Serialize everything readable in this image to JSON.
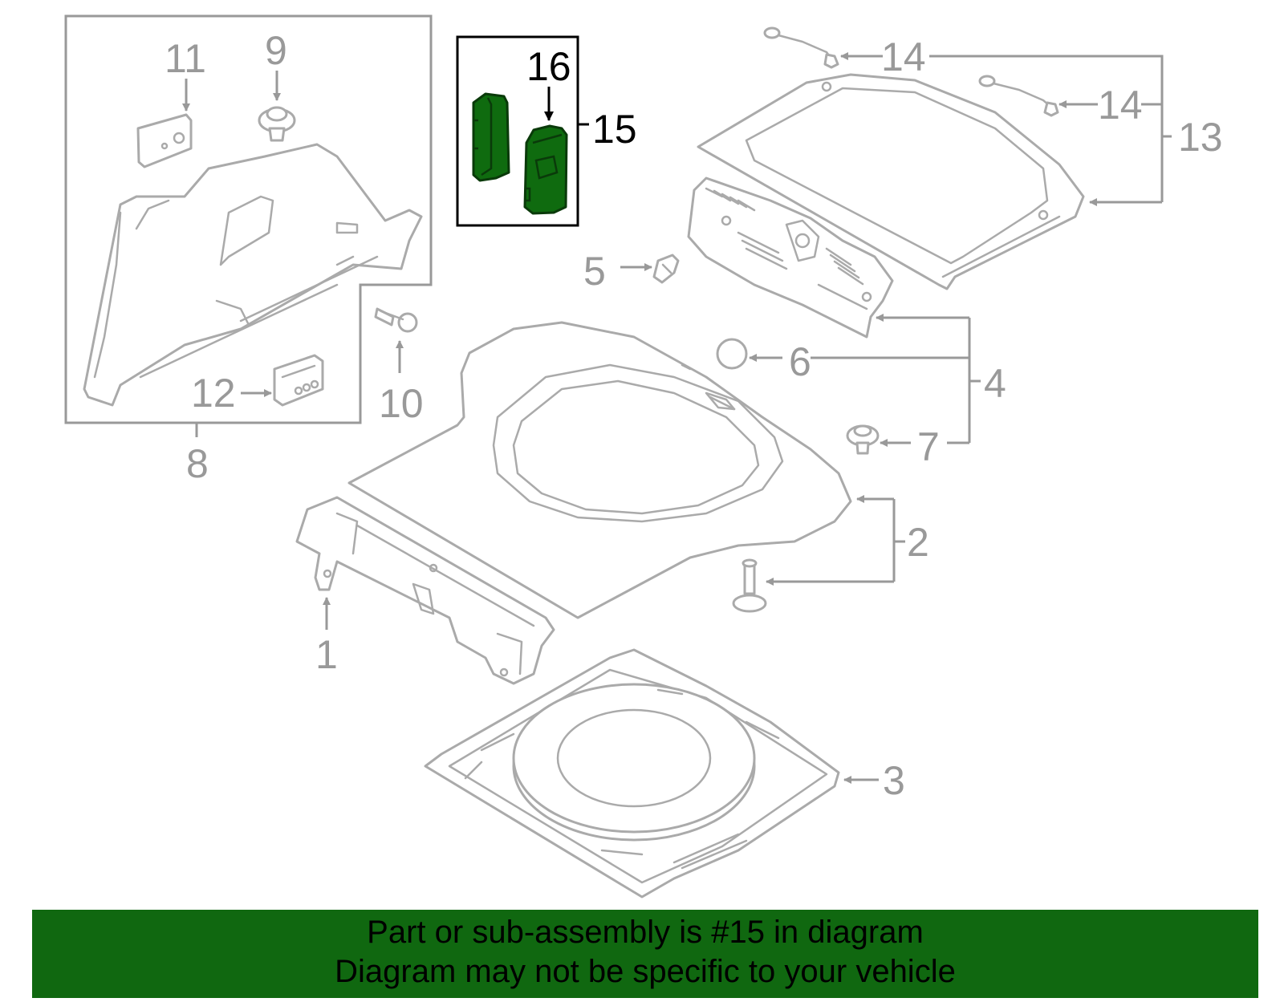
{
  "callouts": {
    "c1": "1",
    "c2": "2",
    "c3": "3",
    "c4": "4",
    "c5": "5",
    "c6": "6",
    "c7": "7",
    "c8": "8",
    "c9": "9",
    "c10": "10",
    "c11": "11",
    "c12": "12",
    "c13": "13",
    "c14a": "14",
    "c14b": "14",
    "c15": "15",
    "c16": "16"
  },
  "highlight": {
    "part_number": "15",
    "fill_color": "#0f6b0f"
  },
  "banner": {
    "line1": "Part or sub-assembly is #15 in diagram",
    "line2": "Diagram may not be specific to your vehicle",
    "background": "#106810"
  }
}
